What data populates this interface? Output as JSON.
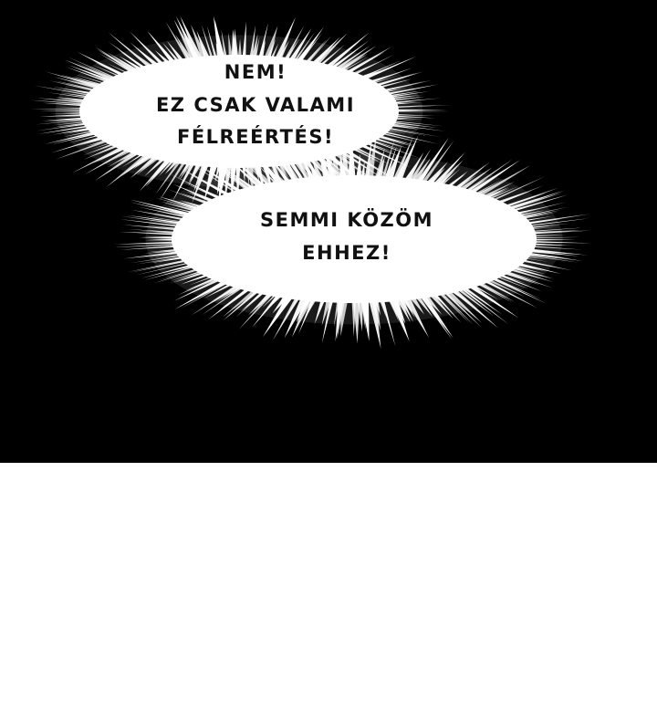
{
  "colors": {
    "panel_background": "#000000",
    "bubble_fill": "#ffffff",
    "text": "#111111",
    "page_background": "#ffffff"
  },
  "bubbles": [
    {
      "lines": [
        "NEM!",
        "EZ CSAK VALAMI",
        "FÉLREÉRTÉS!"
      ]
    },
    {
      "lines": [
        "SEMMI KÖZÖM",
        "EHHEZ!"
      ]
    }
  ]
}
